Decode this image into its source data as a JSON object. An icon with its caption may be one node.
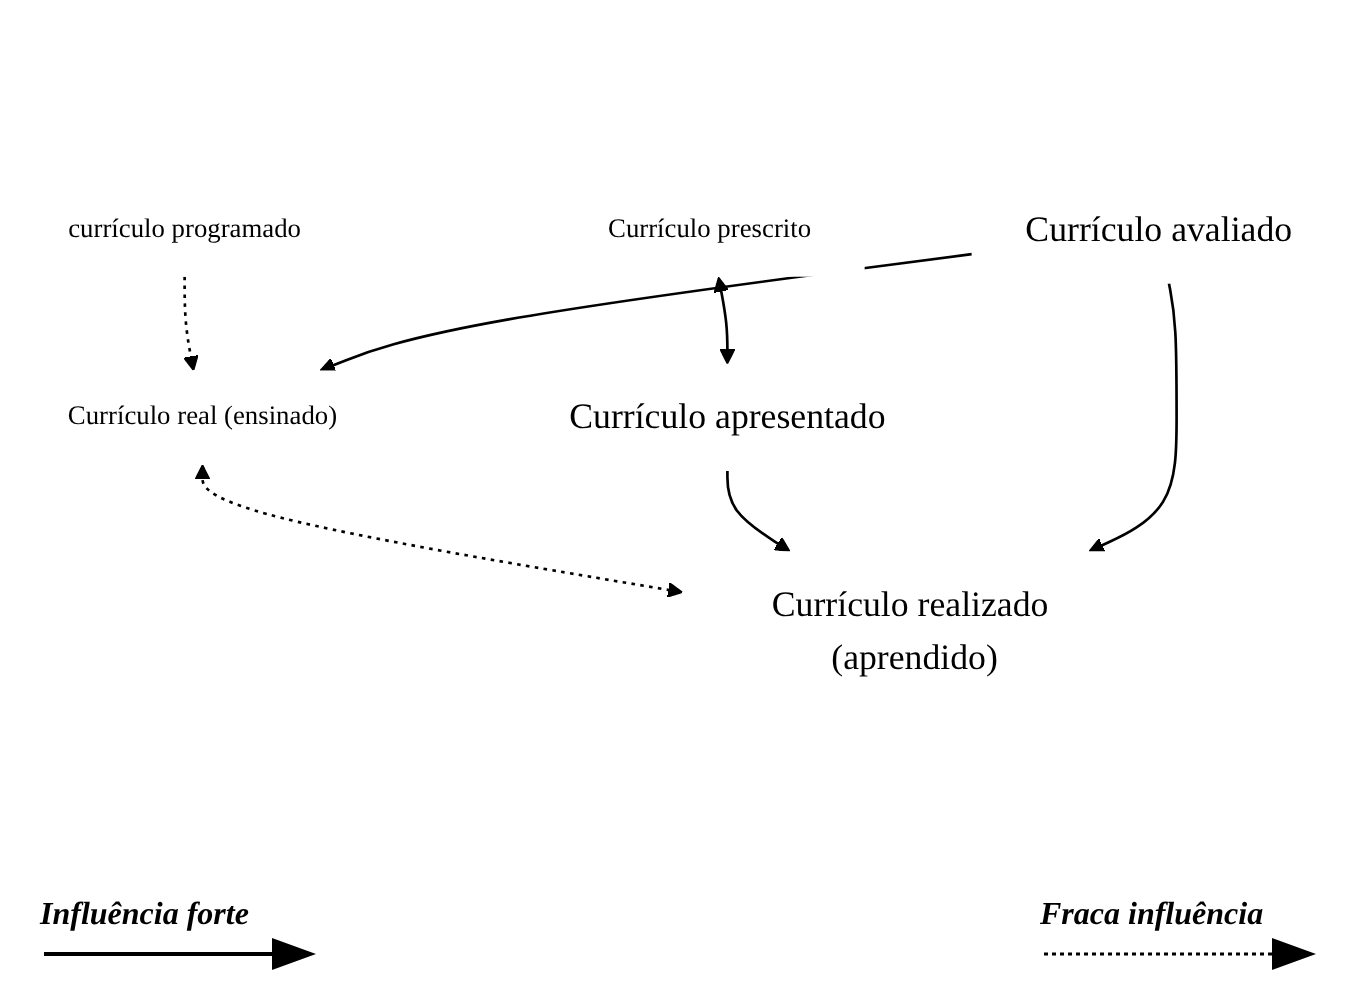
{
  "diagram": {
    "nodes": [
      {
        "text": [
          "Currículo prescrito"
        ]
      },
      {
        "text": [
          "currículo programado"
        ]
      },
      {
        "text": [
          "Currículo real (ensinado)"
        ]
      },
      {
        "text": [
          "Currículo realizado (aprendido)"
        ]
      },
      {
        "text": [
          "Currículo apresentado"
        ]
      },
      {
        "text": [
          "Currículo avaliado"
        ]
      }
    ],
    "edges": [
      {
        "from": 0,
        "to": 4,
        "arrow": "both"
      },
      {
        "from": 1,
        "to": 2,
        "arrow": "to",
        "style": "dashed"
      },
      {
        "from": 2,
        "to": 3,
        "arrow": "both",
        "style": "dashed"
      },
      {
        "from": 4,
        "to": 3,
        "arrow": "to"
      },
      {
        "from": 5,
        "to": 3,
        "arrow": "to"
      },
      {
        "from": 5,
        "to": 2,
        "arrow": "to"
      }
    ],
    "legend": [
      {
        "text": "Influência forte"
      },
      {
        "text": "Fraca influência"
      }
    ]
  }
}
